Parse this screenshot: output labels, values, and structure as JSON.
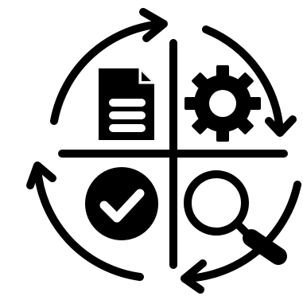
{
  "colors": {
    "foreground": "#000000",
    "background": "#ffffff"
  },
  "icon": {
    "name": "process-cycle-icon",
    "quadrants": {
      "top_left": "document-icon",
      "top_right": "gear-icon",
      "bottom_left": "check-circle-icon",
      "bottom_right": "magnifier-icon"
    },
    "arrows": [
      "cycle-arrow-top",
      "cycle-arrow-right",
      "cycle-arrow-bottom",
      "cycle-arrow-left"
    ]
  }
}
